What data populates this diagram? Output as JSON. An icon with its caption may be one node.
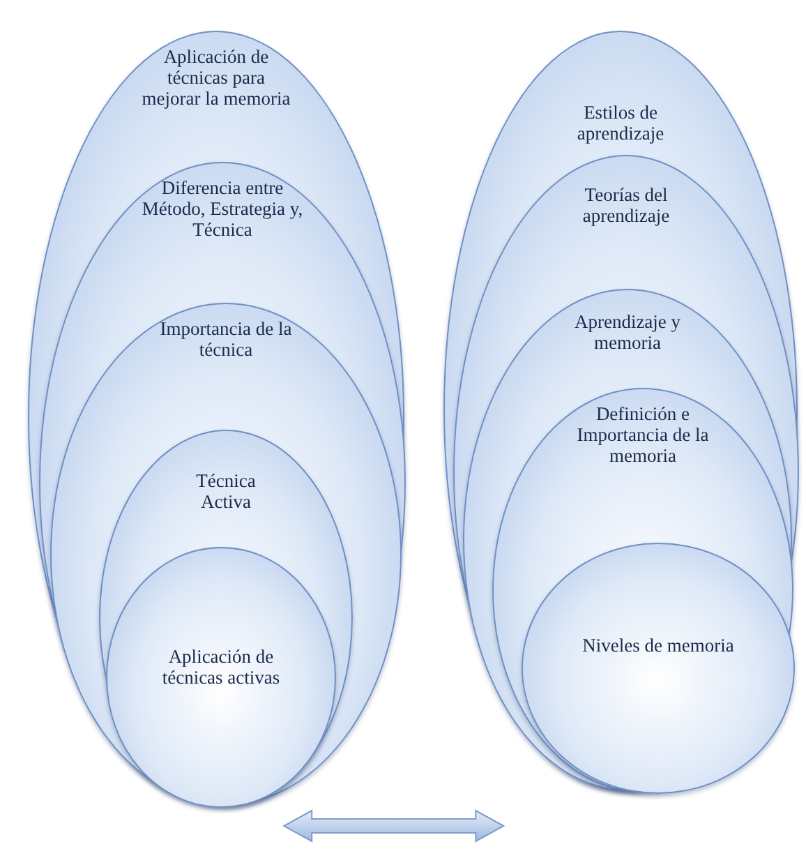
{
  "diagram": {
    "nodes": [
      {
        "text": [
          "Aplicación de técnicas para mejorar la memoria"
        ]
      },
      {
        "text": [
          "Diferencia entre Método, Estrategia y, Técnica"
        ],
        "in": 0
      },
      {
        "text": [
          "Importancia de la técnica"
        ],
        "in": 1
      },
      {
        "text": [
          "Técnica Activa"
        ],
        "in": 2
      },
      {
        "text": [
          "Aplicación de técnicas activas"
        ],
        "in": 3
      },
      {
        "text": [
          "Estilos de aprendizaje"
        ]
      },
      {
        "text": [
          "Teorías del aprendizaje"
        ],
        "in": 5
      },
      {
        "text": [
          "Aprendizaje y memoria"
        ],
        "in": 6
      },
      {
        "text": [
          "Definición e Importancia de la memoria"
        ],
        "in": 7
      },
      {
        "text": [
          "Niveles de memoria"
        ],
        "in": 8
      }
    ],
    "edges": [
      {
        "from": 0,
        "to": 5,
        "arrow": "both"
      }
    ]
  }
}
